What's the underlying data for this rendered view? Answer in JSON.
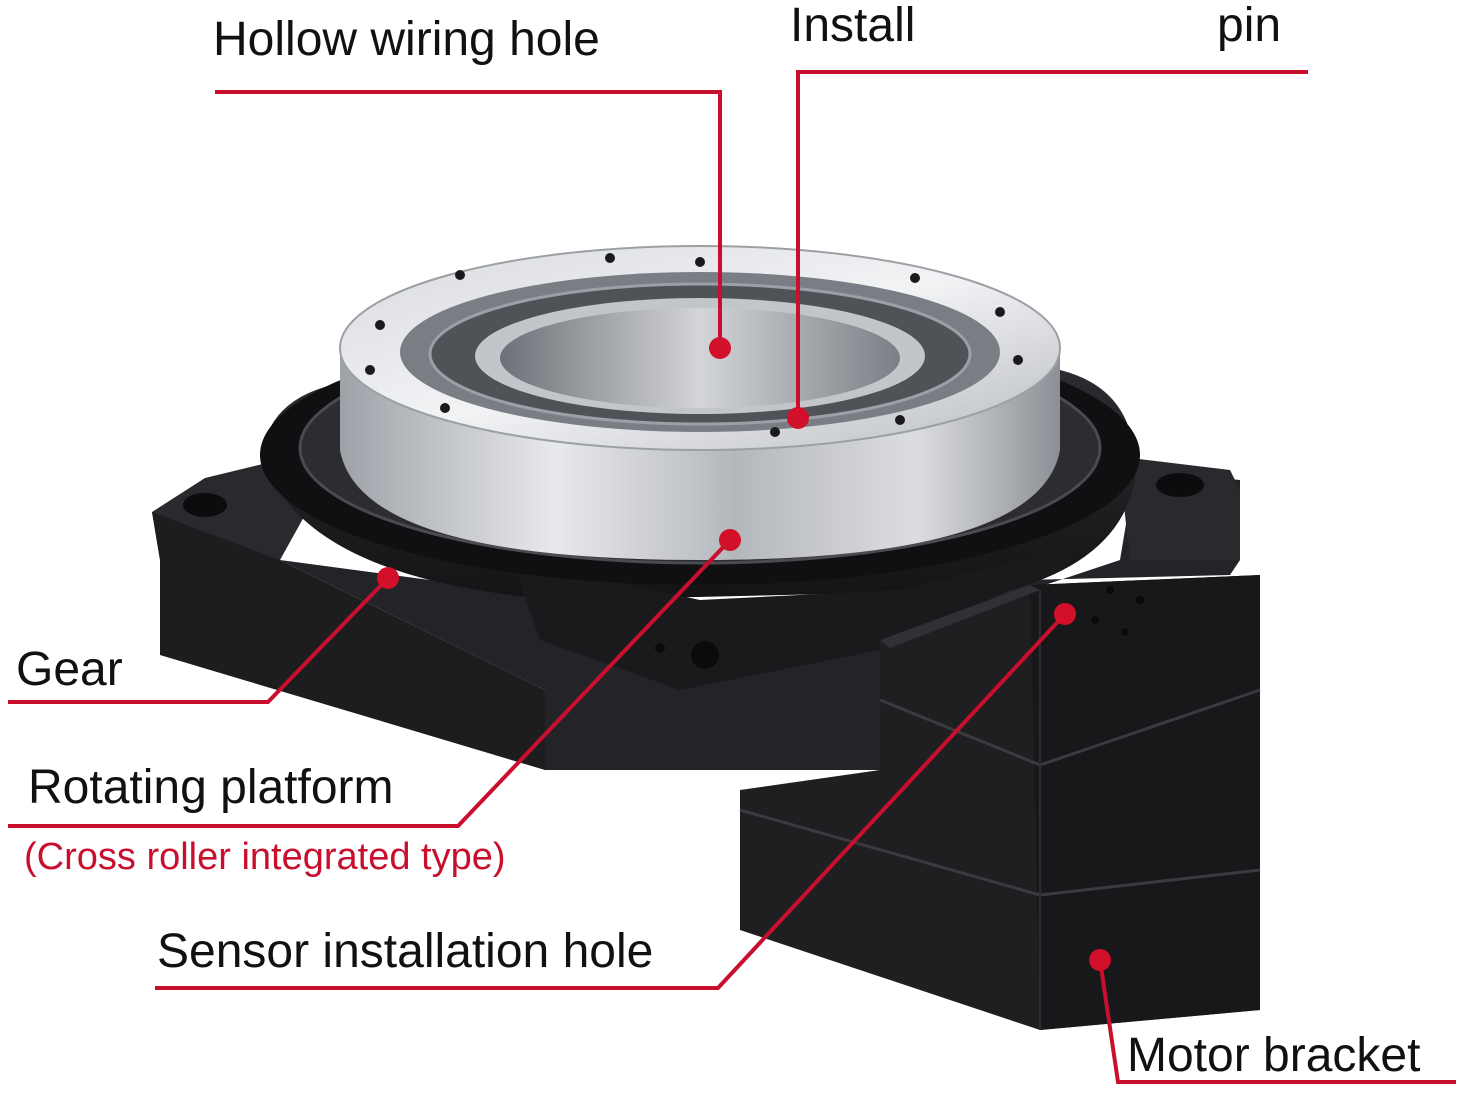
{
  "colors": {
    "accent": "#c8102e",
    "label_text": "#111111",
    "subnote_text": "#c8102e",
    "body": "#1c1c1e",
    "metal": "#c9cbcf"
  },
  "labels": {
    "hollow_wiring_hole": "Hollow wiring hole",
    "install": "Install",
    "pin": "pin",
    "gear": "Gear",
    "rotating_platform": "Rotating platform",
    "rotating_platform_note": "(Cross roller integrated type)",
    "sensor_installation_hole": "Sensor installation hole",
    "motor_bracket": "Motor bracket"
  }
}
